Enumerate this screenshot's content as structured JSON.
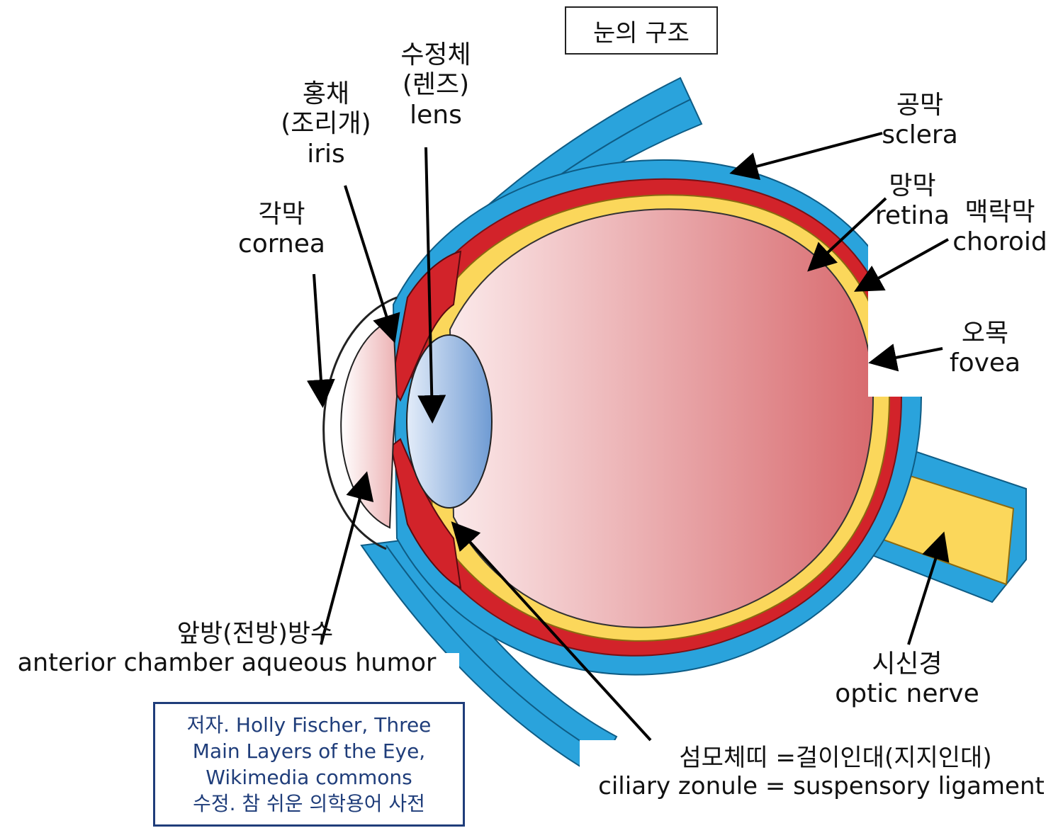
{
  "title": "눈의 구조",
  "labels": {
    "lens": {
      "ko": "수정체",
      "ko2": "(렌즈)",
      "en": "lens"
    },
    "iris": {
      "ko": "홍채",
      "ko2": "(조리개)",
      "en": "iris"
    },
    "cornea": {
      "ko": "각막",
      "en": "cornea"
    },
    "sclera": {
      "ko": "공막",
      "en": "sclera"
    },
    "retina": {
      "ko": "망막",
      "en": "retina"
    },
    "choroid": {
      "ko": "맥락막",
      "en": "choroid"
    },
    "fovea": {
      "ko": "오목",
      "en": "fovea"
    },
    "optic_nerve": {
      "ko": "시신경",
      "en": "optic nerve"
    },
    "aqueous": {
      "ko": "앞방(전방)방수",
      "en": "anterior chamber aqueous humor"
    },
    "zonule": {
      "ko": "섬모체띠 =걸이인대(지지인대)",
      "en": "ciliary zonule = suspensory ligament"
    }
  },
  "credit": {
    "line1": "저자. Holly Fischer, Three",
    "line2": "Main Layers of the Eye,",
    "line3": "Wikimedia commons",
    "line4": "수정. 참 쉬운 의학용어 사전"
  },
  "colors": {
    "sclera": "#2aa3dc",
    "choroid": "#d2232a",
    "retina": "#fbd75b",
    "vitreous_light": "#fbe9ea",
    "vitreous_dark": "#d86a6e",
    "lens_light": "#dbe7f7",
    "lens_dark": "#7aa3d6",
    "credit_border": "#1f3d7a"
  }
}
